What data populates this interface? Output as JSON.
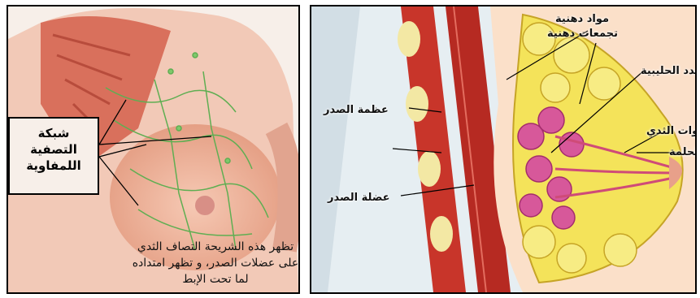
{
  "left_panel": {
    "network_label_lines": [
      "شبكة",
      "التصفية",
      "اللمفاوية"
    ],
    "caption": "تظهر هذه الشريحة التصاف الثدي على عضلات الصدر، و تظهر امتداده لما تحت الإبط"
  },
  "right_panel": {
    "labels": {
      "fat_tissue": "مواد دهنية",
      "fat_clusters": "تجمعات دهنية",
      "glands": "الغدد الحليبية",
      "breast_ducts": "قنوات الثدي",
      "nipple": "الحلمة",
      "rib": "عظمة الصدر",
      "chest_muscle": "عضلة الصدر"
    }
  },
  "colors": {
    "skin": "#e9a58e",
    "muscle": "#c8352a",
    "fat": "#f4e35a",
    "gland": "#d7589a",
    "lymph": "#7fc86a"
  }
}
